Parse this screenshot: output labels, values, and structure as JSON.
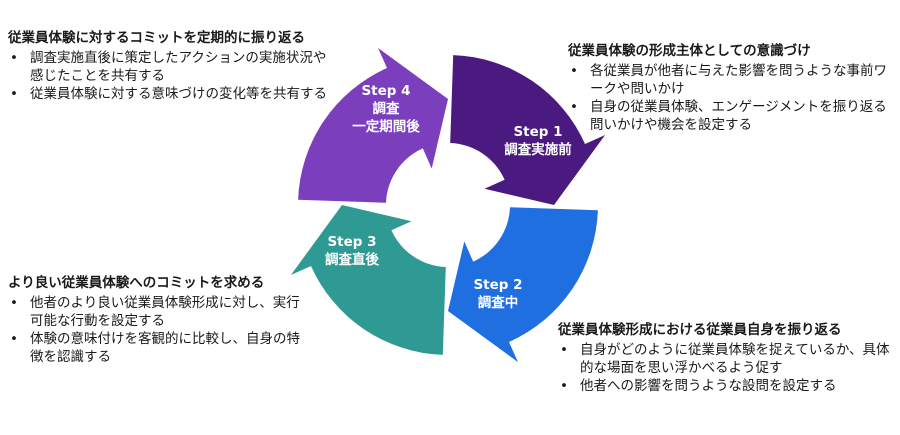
{
  "steps": [
    {
      "id": "step1",
      "step": "Step 1",
      "title": "調査実施前",
      "color": "#4b1a80"
    },
    {
      "id": "step2",
      "step": "Step 2",
      "title": "調査中",
      "color": "#1f6fe0"
    },
    {
      "id": "step3",
      "step": "Step 3",
      "title": "調査直後",
      "color": "#2e9a93"
    },
    {
      "id": "step4",
      "step": "Step 4",
      "title": "調査\n一定期間後",
      "color": "#7b3fbd"
    }
  ],
  "blocks": {
    "step4": {
      "heading": "従業員体験に対するコミットを定期的に振り返る",
      "bullets": [
        "調査実施直後に策定したアクションの実施状況や感じたことを共有する",
        "従業員体験に対する意味づけの変化等を共有する"
      ]
    },
    "step1": {
      "heading": "従業員体験の形成主体としての意識づけ",
      "bullets": [
        "各従業員が他者に与えた影響を問うような事前ワークや問いかけ",
        "自身の従業員体験、エンゲージメントを振り返る問いかけや機会を設定する"
      ]
    },
    "step3": {
      "heading": "より良い従業員体験へのコミットを求める",
      "bullets": [
        "他者のより良い従業員体験形成に対し、実行可能な行動を設定する",
        "体験の意味付けを客観的に比較し、自身の特徴を認識する"
      ]
    },
    "step2": {
      "heading": "従業員体験形成における従業員自身を振り返る",
      "bullets": [
        "自身がどのように従業員体験を捉えているか、具体的な場面を思い浮かべるよう促す",
        "他者への影響を問うような設問を設定する"
      ]
    }
  }
}
